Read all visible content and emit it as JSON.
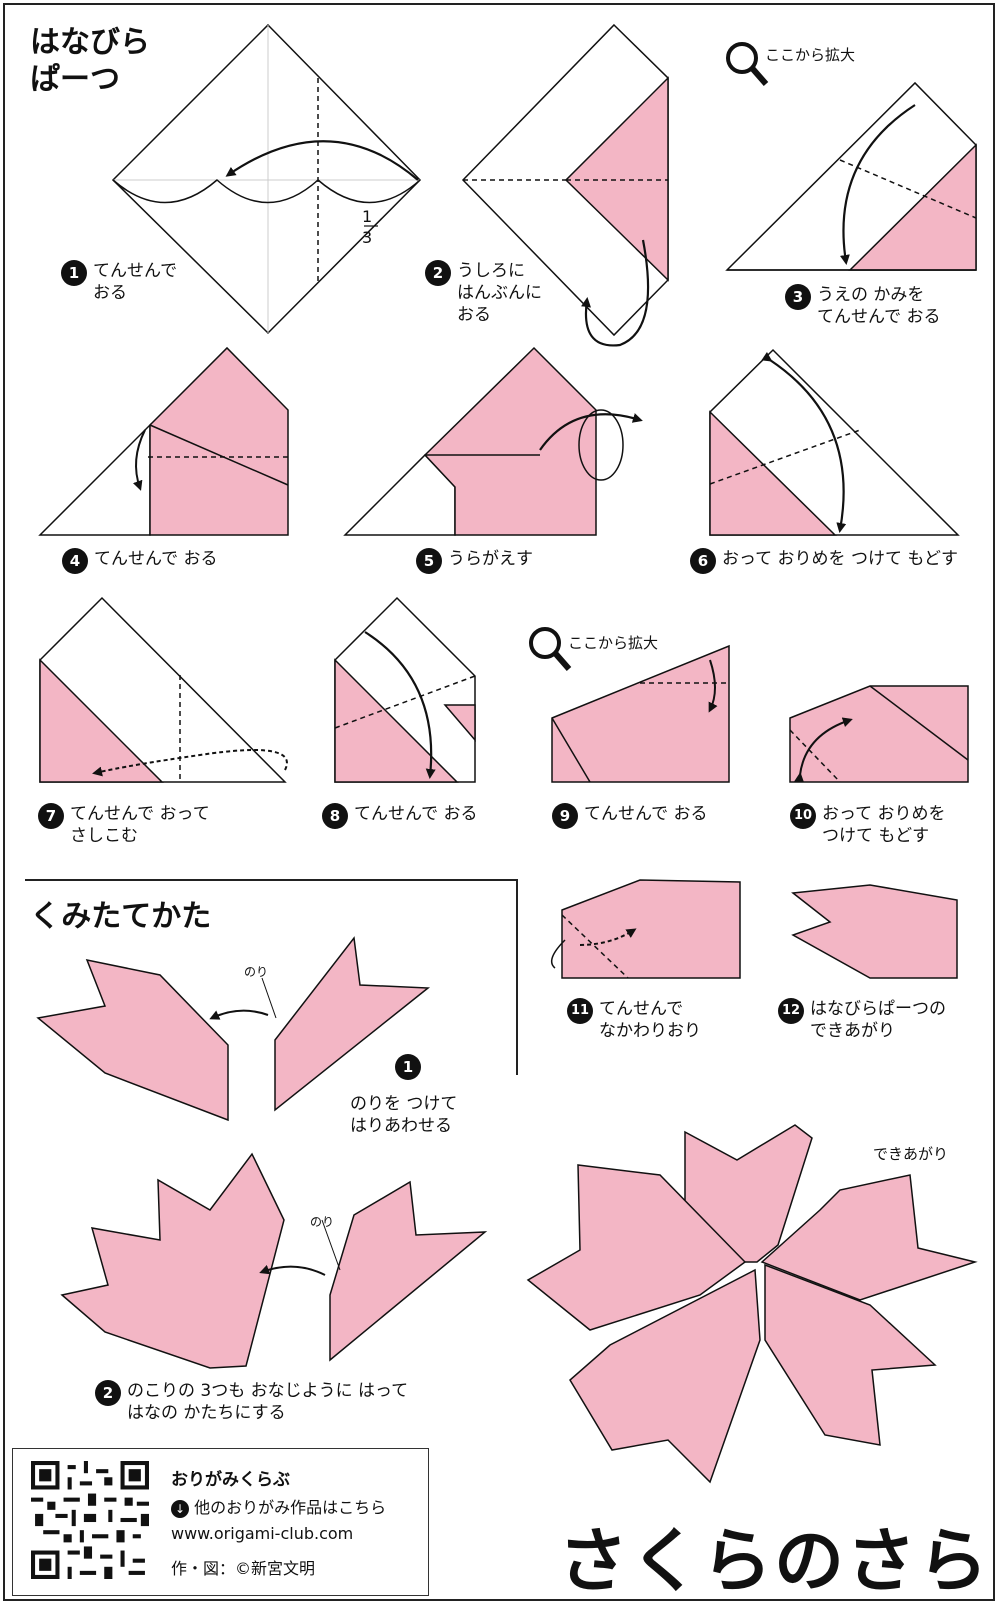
{
  "colors": {
    "paper_front": "#f3b6c5",
    "paper_back": "#ffffff",
    "line": "#111111",
    "crease": "#c97a8f"
  },
  "section1_title": "はなびら\nぱーつ",
  "fraction": {
    "numerator": "1",
    "denominator": "3"
  },
  "zoom_text_1": "ここから拡大",
  "zoom_text_2": "ここから拡大",
  "steps": [
    {
      "number": "1",
      "text": "てんせんで\nおる"
    },
    {
      "number": "2",
      "text": "うしろに\nはんぶんに\nおる"
    },
    {
      "number": "3",
      "text": "うえの かみを\nてんせんで おる"
    },
    {
      "number": "4",
      "text": "てんせんで おる"
    },
    {
      "number": "5",
      "text": "うらがえす"
    },
    {
      "number": "6",
      "text": "おって おりめを つけて もどす"
    },
    {
      "number": "7",
      "text": "てんせんで おって\nさしこむ"
    },
    {
      "number": "8",
      "text": "てんせんで おる"
    },
    {
      "number": "9",
      "text": "てんせんで おる"
    },
    {
      "number": "10",
      "text": "おって おりめを\nつけて もどす"
    },
    {
      "number": "11",
      "text": "てんせんで\nなかわりおり"
    },
    {
      "number": "12",
      "text": "はなびらぱーつの\nできあがり"
    }
  ],
  "section2_title": "くみたてかた",
  "glue_label_1": "のり",
  "glue_label_2": "のり",
  "assembly": [
    {
      "number": "1",
      "text": "のりを つけて\nはりあわせる"
    },
    {
      "number": "2",
      "text": "のこりの 3つも おなじように はって\nはなの かたちにする"
    }
  ],
  "finished_label": "できあがり",
  "footer": {
    "brand": "おりがみくらぶ",
    "link_icon": "down-arrow-circle-icon",
    "link_text": "他のおりがみ作品はこちら",
    "url": "www.origami-club.com",
    "credit": "作・図：©新宮文明"
  },
  "main_title": "さくらのさら"
}
